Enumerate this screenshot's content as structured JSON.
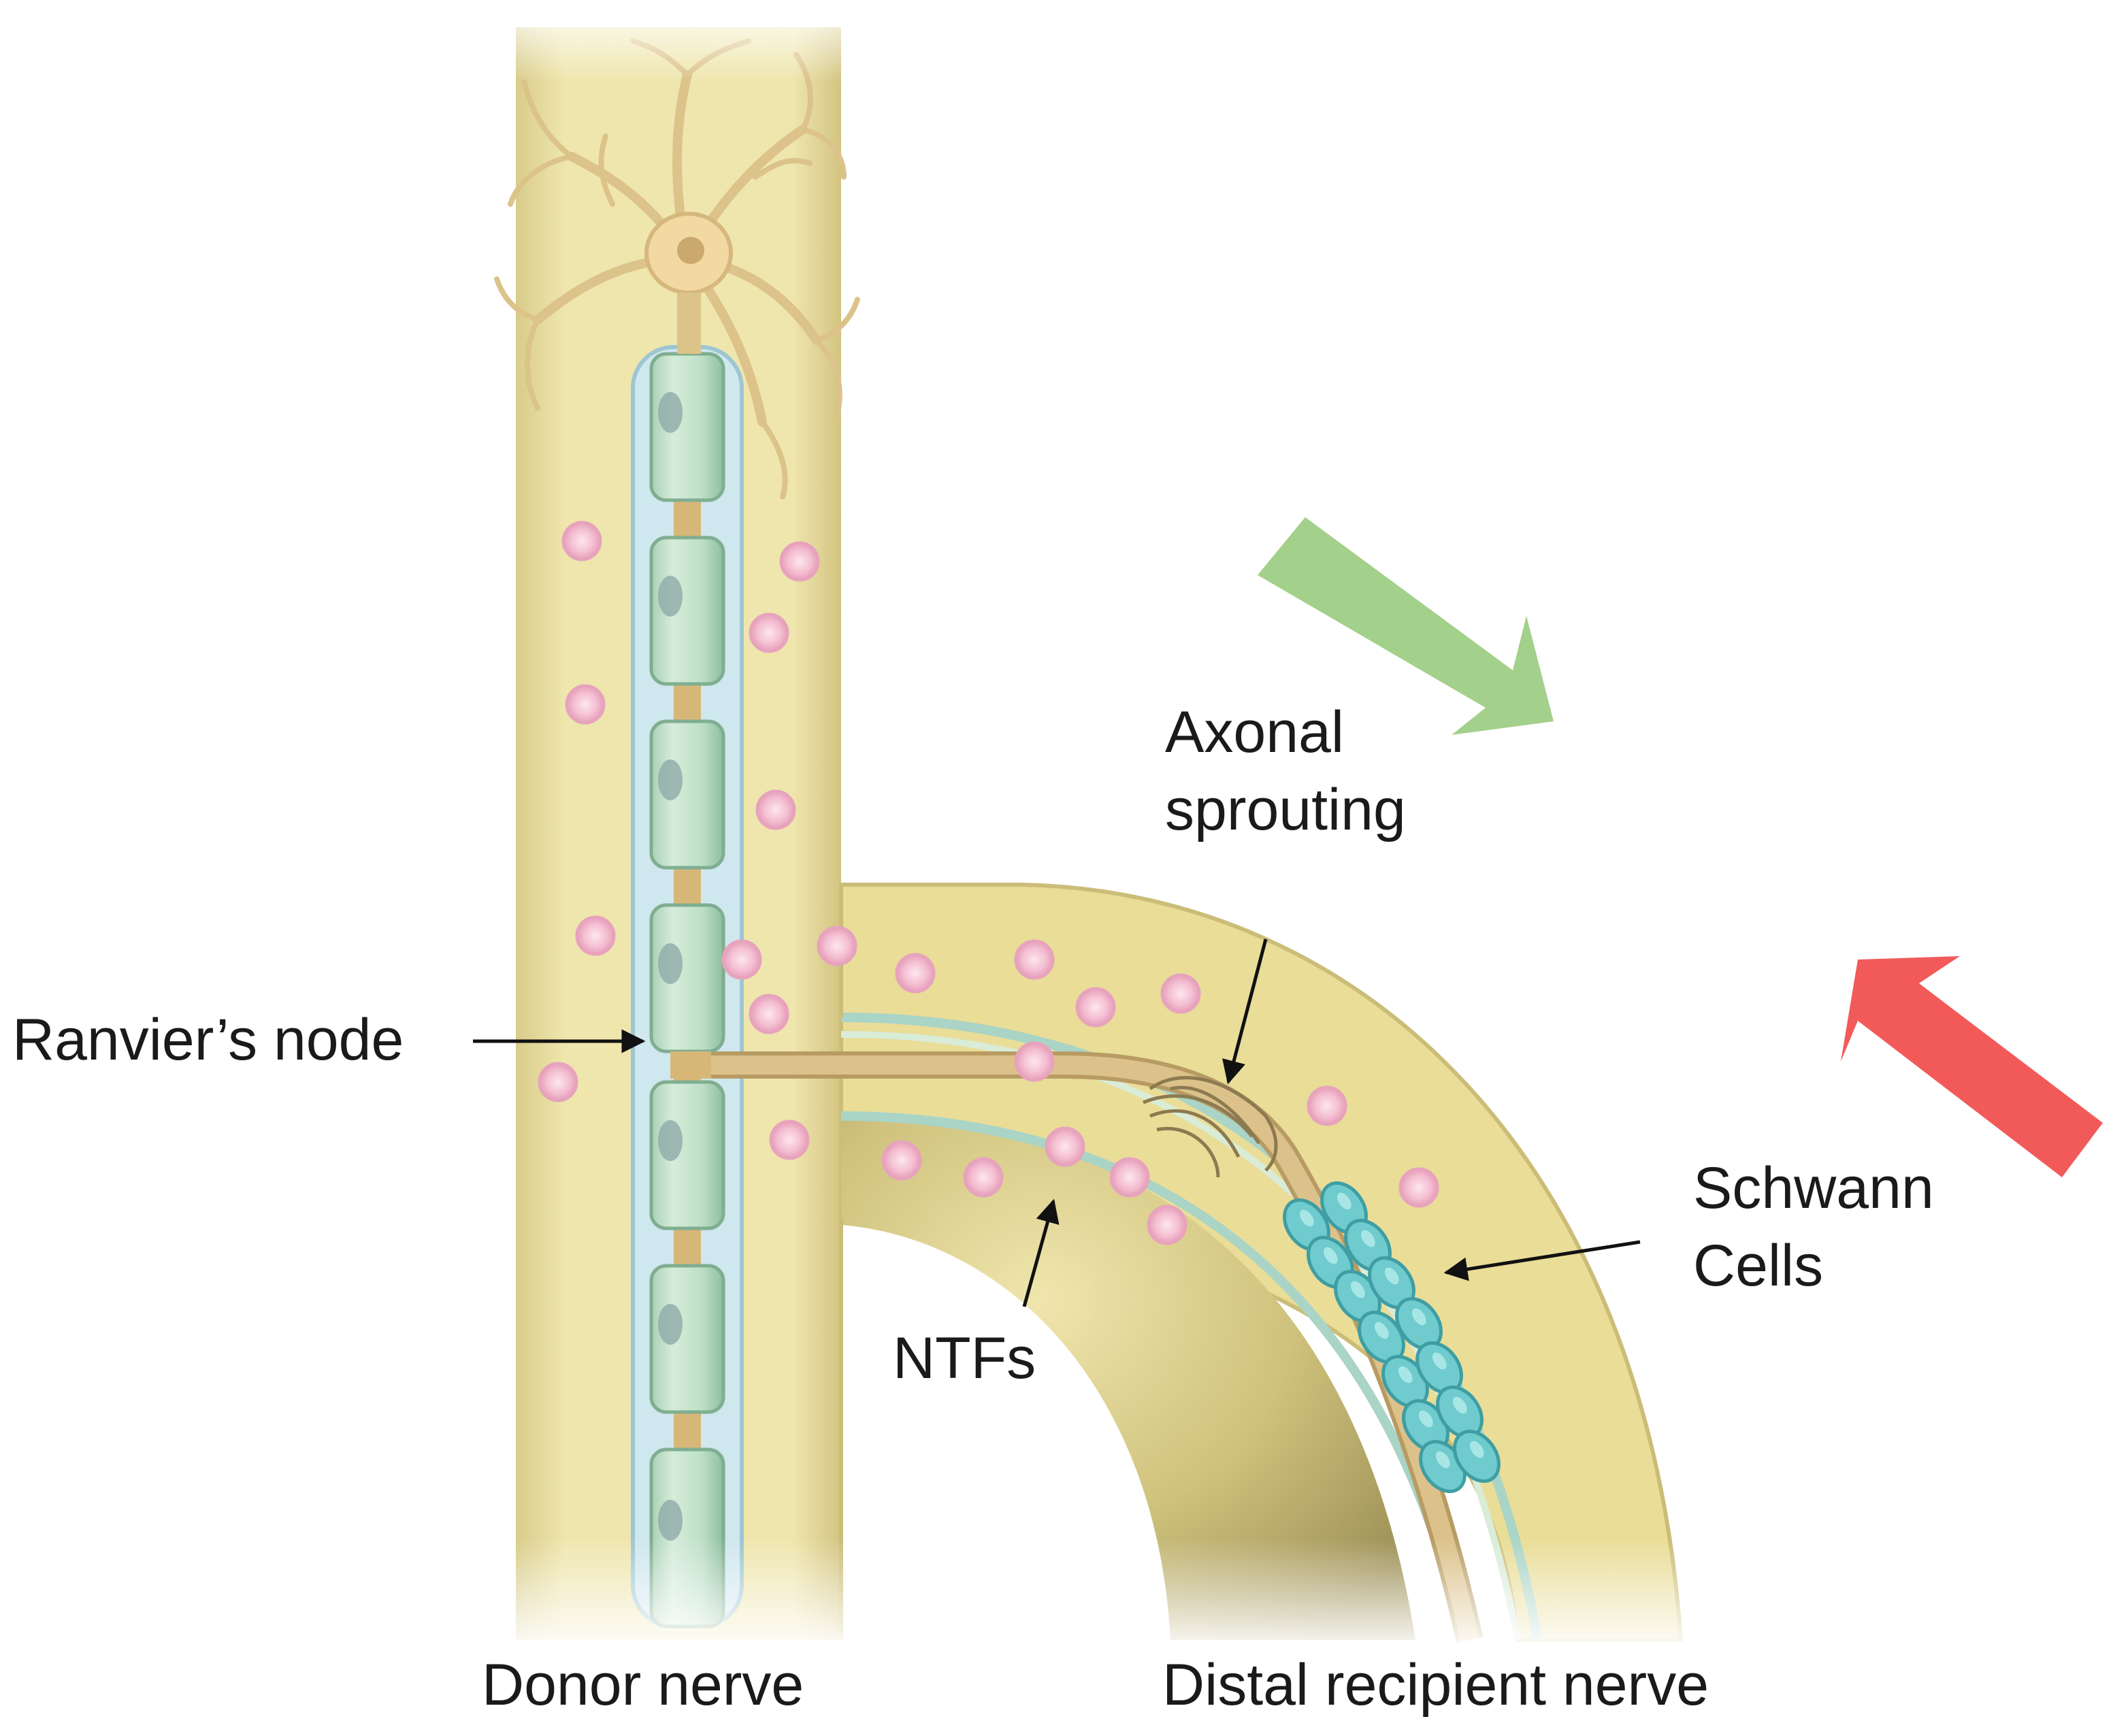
{
  "labels": {
    "axonal_sprouting": [
      "Axonal",
      "sprouting"
    ],
    "ranvier_node": "Ranvier’s node",
    "schwann_cells": [
      "Schwann",
      "Cells"
    ],
    "ntfs": "NTFs",
    "donor_nerve": "Donor nerve",
    "distal_recipient_nerve": "Distal recipient nerve"
  },
  "colors": {
    "nerve_tissue": "#e9dd98",
    "axon": "#d6b77c",
    "myelin_segment": "#bfe0c7",
    "neurotrophic_factor": "#f1b6cb",
    "schwann_cell": "#6fcbcd",
    "green_arrow": "#a3d08a",
    "red_arrow": "#f25a5a"
  },
  "icons": {
    "neuron": "neuron-cell-body-icon",
    "green_arrow": "arrow-down-right-icon",
    "red_arrow": "arrow-up-left-icon"
  }
}
